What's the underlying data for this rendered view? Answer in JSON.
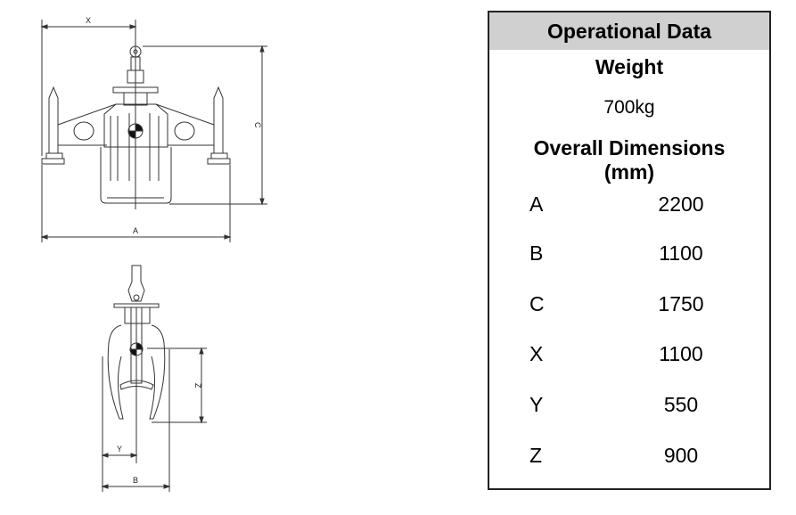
{
  "drawing": {
    "front_view_labels": {
      "x": "X",
      "a": "A",
      "c": "C"
    },
    "side_view_labels": {
      "z": "Z",
      "y": "Y",
      "b": "B"
    }
  },
  "table": {
    "title": "Operational Data",
    "weight_heading": "Weight",
    "weight_value": "700kg",
    "dimensions_heading": "Overall Dimensions",
    "dimensions_unit": "(mm)",
    "rows": [
      {
        "label": "A",
        "value": "2200"
      },
      {
        "label": "B",
        "value": "1100"
      },
      {
        "label": "C",
        "value": "1750"
      },
      {
        "label": "X",
        "value": "1100"
      },
      {
        "label": "Y",
        "value": "550"
      },
      {
        "label": "Z",
        "value": "900"
      }
    ]
  }
}
